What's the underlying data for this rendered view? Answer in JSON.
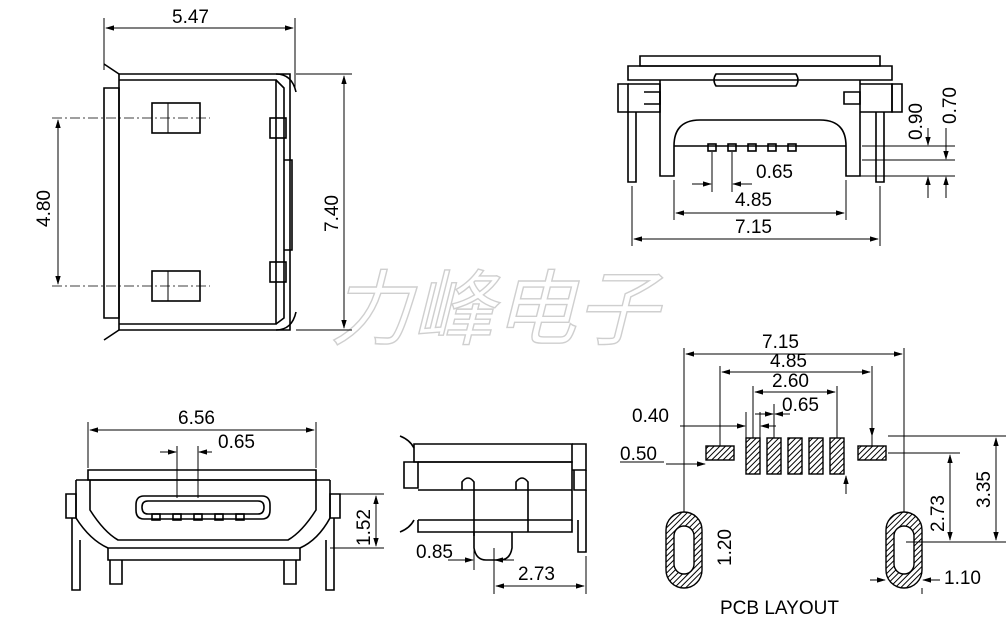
{
  "top_view": {
    "width": "5.47",
    "pad_pitch": "4.80",
    "length": "7.40"
  },
  "front_view": {
    "d1": "0.90",
    "d2": "0.70",
    "pitch": "0.65",
    "inner": "4.85",
    "outer": "7.15"
  },
  "bottom_view": {
    "width": "6.56",
    "pitch": "0.65",
    "height": "1.52"
  },
  "side_view": {
    "leg": "0.85",
    "depth": "2.73"
  },
  "pcb_layout": {
    "title": "PCB LAYOUT",
    "outer": "7.15",
    "inner": "4.85",
    "span": "2.60",
    "pitch": "0.65",
    "pad_w": "0.40",
    "side_w": "0.50",
    "slot_h": "1.20",
    "dy1": "2.73",
    "dy2": "3.35",
    "slot_w": "1.10"
  },
  "watermark": "力峰电子",
  "colors": {
    "line": "#000000",
    "watermark": "#cfcfcf",
    "background": "#ffffff"
  }
}
